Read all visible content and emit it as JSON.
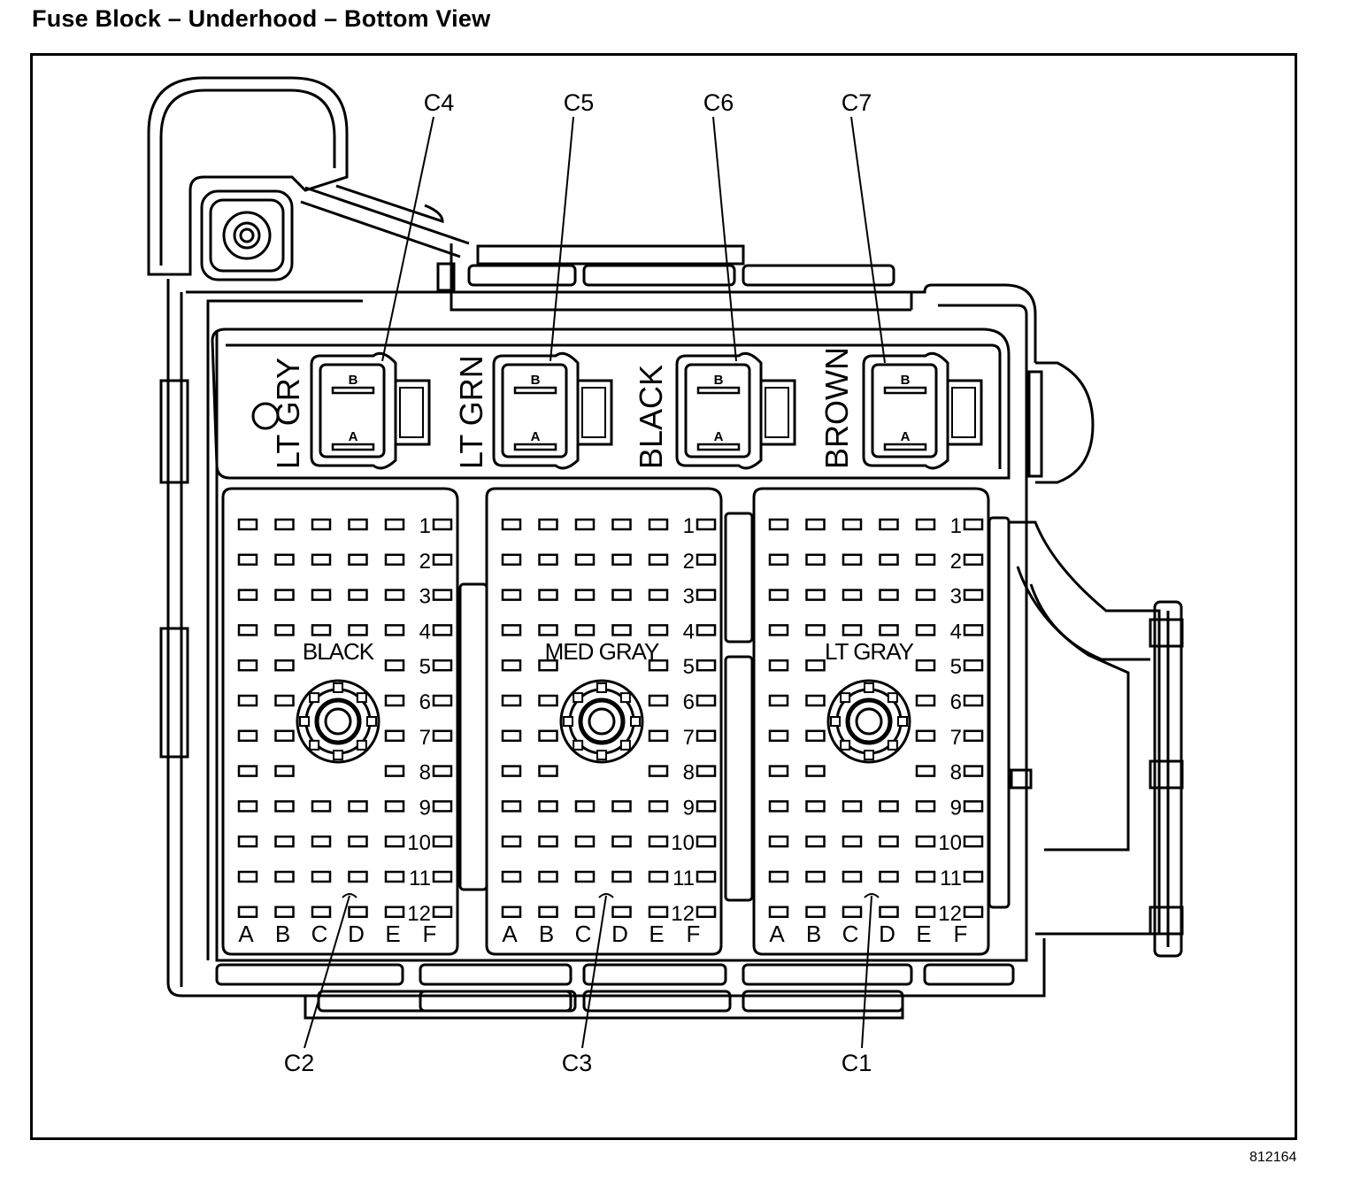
{
  "title": "Fuse Block – Underhood – Bottom View",
  "figure_number": "812164",
  "small_connectors": [
    {
      "id": "C4",
      "color": "LT GRY",
      "pins": [
        "B",
        "A"
      ]
    },
    {
      "id": "C5",
      "color": "LT GRN",
      "pins": [
        "B",
        "A"
      ]
    },
    {
      "id": "C6",
      "color": "BLACK",
      "pins": [
        "B",
        "A"
      ]
    },
    {
      "id": "C7",
      "color": "BROWN",
      "pins": [
        "B",
        "A"
      ]
    }
  ],
  "large_connectors": [
    {
      "id": "C2",
      "color": "BLACK"
    },
    {
      "id": "C3",
      "color": "MED GRAY"
    },
    {
      "id": "C1",
      "color": "LT GRAY"
    }
  ],
  "row_labels": [
    "1",
    "2",
    "3",
    "4",
    "5",
    "6",
    "7",
    "8",
    "9",
    "10",
    "11",
    "12"
  ],
  "column_labels": [
    "A",
    "B",
    "C",
    "D",
    "E",
    "F"
  ]
}
